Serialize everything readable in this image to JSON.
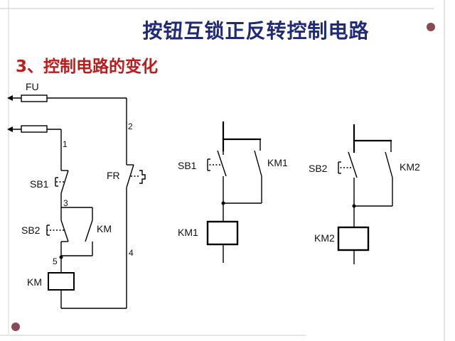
{
  "slide": {
    "title": "按钮互锁正反转控制电路",
    "subtitle": "3、控制电路的变化"
  },
  "diagram": {
    "left_circuit": {
      "fuse_label": "FU",
      "relay_label": "FR",
      "button1_label": "SB1",
      "button2_label": "SB2",
      "contact_label": "KM",
      "coil_label": "KM",
      "node_1": "1",
      "node_2": "2",
      "node_3": "3",
      "node_4": "4",
      "node_5": "5"
    },
    "middle_circuit": {
      "button_label": "SB1",
      "contact_label": "KM1",
      "coil_label": "KM1"
    },
    "right_circuit": {
      "button_label": "SB2",
      "contact_label": "KM2",
      "coil_label": "KM2"
    }
  },
  "colors": {
    "title": "#1f2a7a",
    "subtitle": "#c01a1a",
    "accent_dot": "#8a4a55",
    "rule": "#b8b8b8"
  }
}
